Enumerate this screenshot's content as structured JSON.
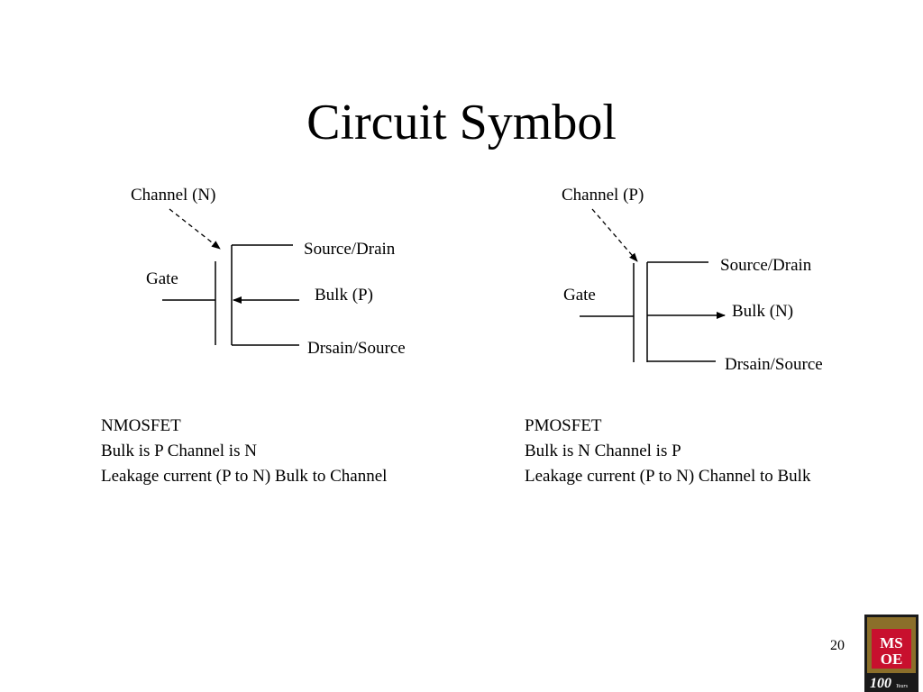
{
  "title": "Circuit Symbol",
  "nmos": {
    "channel_label": "Channel (N)",
    "gate_label": "Gate",
    "source_drain_label": "Source/Drain",
    "bulk_label": "Bulk (P)",
    "drain_source_label": "Drsain/Source",
    "description": [
      "NMOSFET",
      "Bulk is P Channel is N",
      "Leakage current (P to N) Bulk to Channel"
    ]
  },
  "pmos": {
    "channel_label": "Channel (P)",
    "gate_label": "Gate",
    "source_drain_label": "Source/Drain",
    "bulk_label": "Bulk (N)",
    "drain_source_label": "Drsain/Source",
    "description": [
      "PMOSFET",
      "Bulk is N Channel is P",
      "Leakage current (P to N) Channel to Bulk"
    ]
  },
  "page_number": "20",
  "logo": {
    "text": "MSOE",
    "years_text": "100",
    "years_suffix": "Years",
    "colors": {
      "red": "#c8102e",
      "dark": "#1a1a1a",
      "gold": "#b8962e"
    }
  }
}
